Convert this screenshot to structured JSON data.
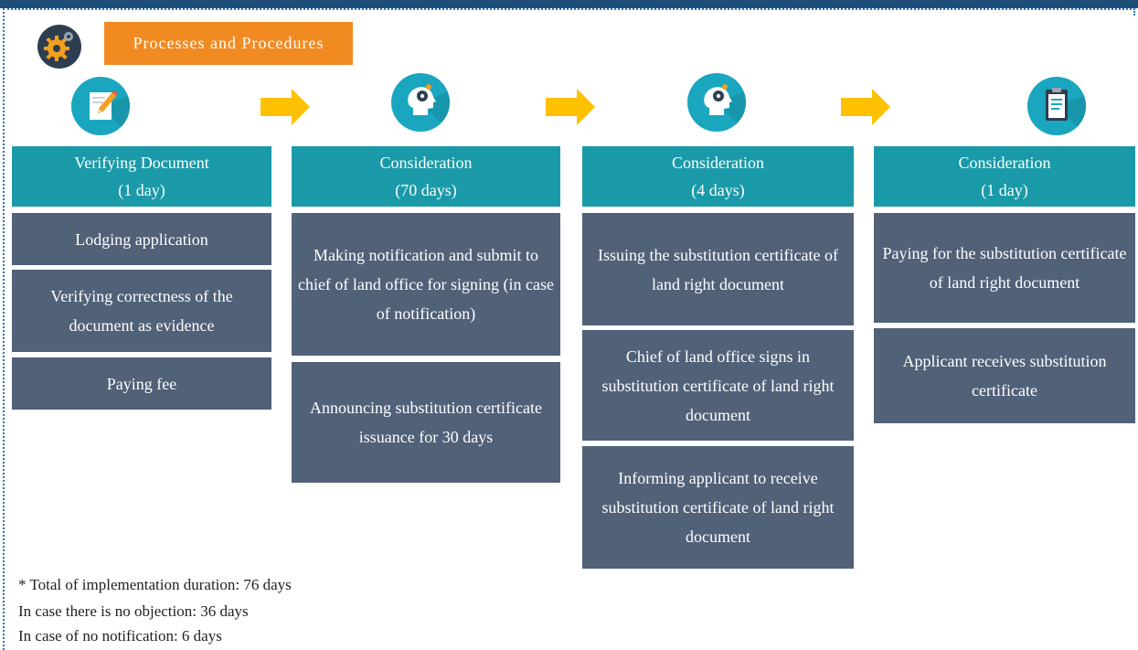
{
  "header": {
    "title": "Processes and Procedures",
    "icon": "gear-icon"
  },
  "stages": [
    {
      "icon": "pencil-document-icon",
      "title": "Verifying Document",
      "duration": "(1 day)",
      "steps": [
        "Lodging application",
        "Verifying correctness of the document as evidence",
        "Paying fee"
      ]
    },
    {
      "icon": "head-gear-icon",
      "title": "Consideration",
      "duration": "(70 days)",
      "steps": [
        "Making notification and submit to chief of land office for signing (in case of notification)",
        "Announcing substitution certificate issuance for 30 days"
      ]
    },
    {
      "icon": "head-gear-icon",
      "title": "Consideration",
      "duration": "(4 days)",
      "steps": [
        "Issuing the substitution certificate of land right document",
        "Chief of land office signs in substitution certificate of land right document",
        "Informing applicant to receive substitution certificate of land right document"
      ]
    },
    {
      "icon": "clipboard-icon",
      "title": "Consideration",
      "duration": "(1 day)",
      "steps": [
        "Paying for the substitution certificate of land right document",
        "Applicant receives substitution certificate"
      ]
    }
  ],
  "notes": [
    "* Total of implementation duration: 76 days",
    "In case there is no objection: 36 days",
    "In case of no notification: 6 days"
  ],
  "colors": {
    "topbar": "#1f4e79",
    "header_label": "#f28a22",
    "stage_head": "#1a9aa8",
    "step_box": "#506178",
    "arrow": "#ffc000",
    "icon_circle": "#1aa6be"
  }
}
